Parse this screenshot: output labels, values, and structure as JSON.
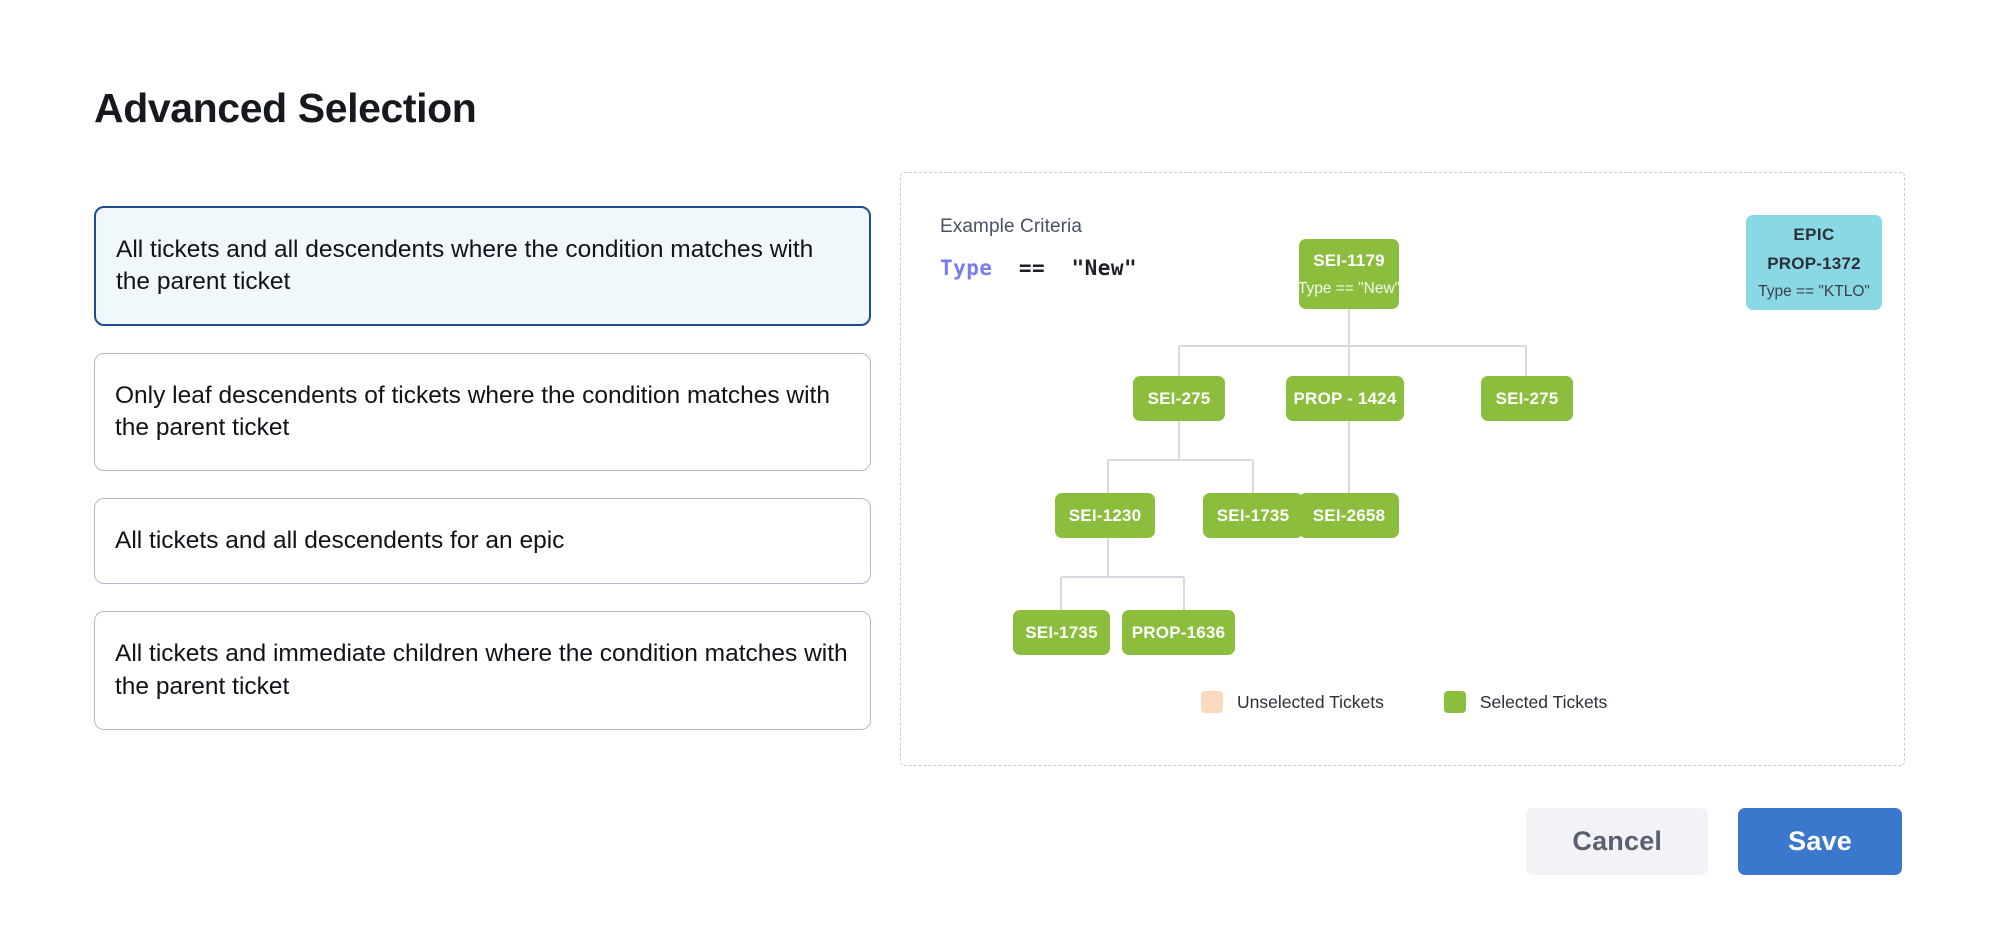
{
  "page": {
    "title": "Advanced Selection"
  },
  "options": [
    {
      "label": "All tickets and all descendents where the condition matches with the parent ticket",
      "selected": true
    },
    {
      "label": "Only leaf descendents of tickets where the condition matches with the parent ticket",
      "selected": false
    },
    {
      "label": "All tickets and all descendents for an epic",
      "selected": false
    },
    {
      "label": "All tickets and immediate children where the condition matches with the parent ticket",
      "selected": false
    }
  ],
  "diagram": {
    "criteria_title": "Example Criteria",
    "criteria": {
      "field": "Type",
      "operator": "==",
      "value": "\"New\""
    },
    "nodes": {
      "root": {
        "id": "SEI-1179",
        "condition": "Type == \"New\""
      },
      "epic": {
        "kind": "EPIC",
        "id": "PROP-1372",
        "condition": "Type == \"KTLO\""
      },
      "r2c1": {
        "id": "SEI-275"
      },
      "r2c2": {
        "id": "PROP - 1424"
      },
      "r2c3": {
        "id": "SEI-275"
      },
      "r3c1": {
        "id": "SEI-1230"
      },
      "r3c2": {
        "id": "SEI-1735"
      },
      "r3c3": {
        "id": "SEI-2658"
      },
      "r4c1": {
        "id": "SEI-1735"
      },
      "r4c2": {
        "id": "PROP-1636"
      }
    },
    "legend": [
      {
        "label": "Unselected Tickets",
        "color": "#fad9bd"
      },
      {
        "label": "Selected Tickets",
        "color": "#8cbe3e"
      }
    ]
  },
  "footer": {
    "cancel_label": "Cancel",
    "save_label": "Save"
  },
  "colors": {
    "selected_node": "#8cbe3e",
    "epic_node": "#8ad8e4",
    "unselected_node": "#fad9bd",
    "primary_button": "#3a77cd",
    "selected_card_border": "#1c4e8f",
    "selected_card_fill": "#f1f8fc",
    "connector": "#d7dade"
  }
}
